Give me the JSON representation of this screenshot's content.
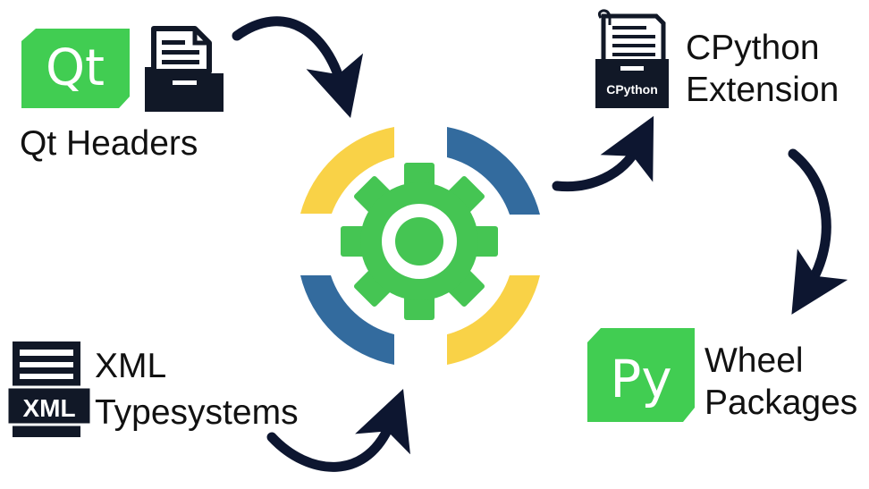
{
  "qt_headers": {
    "logo_text": "Qt",
    "label": "Qt Headers",
    "icons": [
      "qt-logo",
      "folder-document-icon"
    ]
  },
  "xml_typesystems": {
    "badge_text": "XML",
    "label_line1": "XML",
    "label_line2": "Typesystems",
    "icons": [
      "xml-document-icon"
    ]
  },
  "cpython_extension": {
    "badge_text": "CPython",
    "label_line1": "CPython",
    "label_line2": "Extension",
    "icons": [
      "cpython-file-box-icon"
    ]
  },
  "wheel_packages": {
    "logo_text": "Py",
    "label_line1": "Wheel",
    "label_line2": "Packages",
    "icons": [
      "python-wheel-logo"
    ]
  },
  "center": {
    "icons": [
      "gear-icon"
    ],
    "colors": {
      "gear": "#45c553",
      "ring_yellow": "#f9d247",
      "ring_blue": "#336b9e"
    }
  },
  "colors": {
    "arrow": "#0d1630",
    "qt_green": "#41cd52",
    "dark_icon": "#111827",
    "text": "#111111"
  }
}
